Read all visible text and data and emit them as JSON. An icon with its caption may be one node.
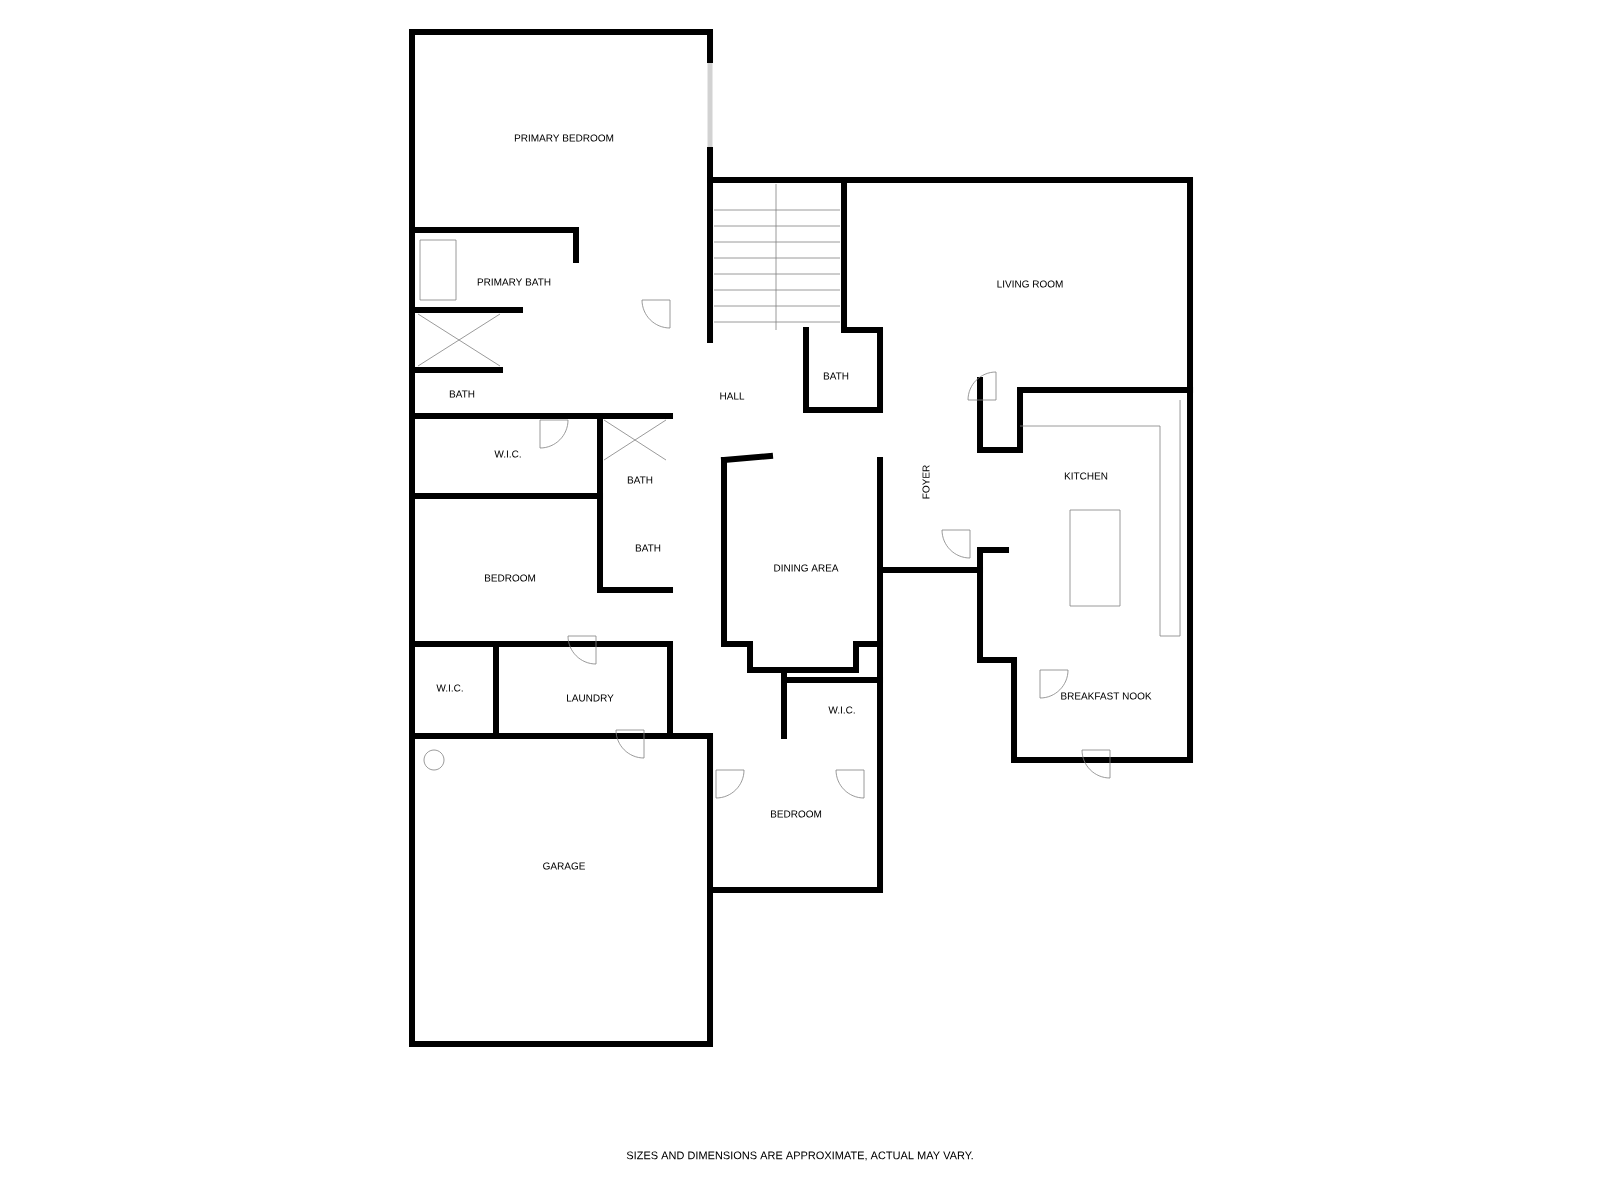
{
  "diagram": {
    "caption": "SIZES AND DIMENSIONS ARE APPROXIMATE, ACTUAL MAY VARY.",
    "labels": [
      "PRIMARY BEDROOM",
      "LIVING ROOM",
      "PRIMARY BATH",
      "BATH",
      "HALL",
      "BATH",
      "W.I.C.",
      "KITCHEN",
      "FOYER",
      "BATH",
      "BATH",
      "DINING AREA",
      "BEDROOM",
      "W.I.C.",
      "LAUNDRY",
      "BREAKFAST NOOK",
      "W.I.C.",
      "BEDROOM",
      "GARAGE"
    ]
  }
}
